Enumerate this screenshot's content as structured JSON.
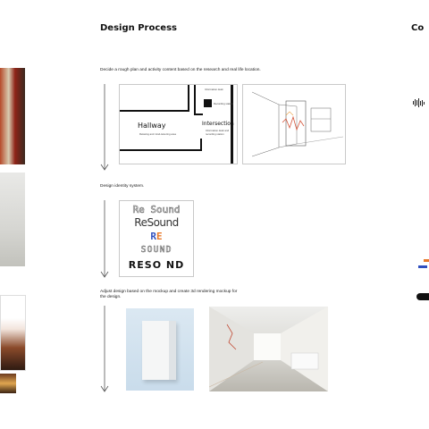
{
  "header": {
    "title": "Design Process",
    "title_right": "Co"
  },
  "steps": [
    {
      "text": "Decide a rough plan and activity content based on the research and real life location."
    },
    {
      "text": "Design identity system."
    },
    {
      "text": "Adjust design based on the mockup and create 3d rendering mockup for the design."
    }
  ],
  "floor_plan": {
    "hallway_label": "Hallway",
    "hallway_sub": "Relaxing and mind-leisuring area",
    "intersection_label": "Intersection",
    "intersection_sub": "Information desk and recording station",
    "room_top_label": "Information desk",
    "room_mid_label": "Recording station"
  },
  "identity": {
    "logo_variants": [
      "Re Sound",
      "ReSound",
      "RE",
      "SOUND",
      "RESO ND"
    ]
  },
  "colors": {
    "accent_orange": "#e8792a",
    "accent_blue": "#2f4fbf"
  }
}
